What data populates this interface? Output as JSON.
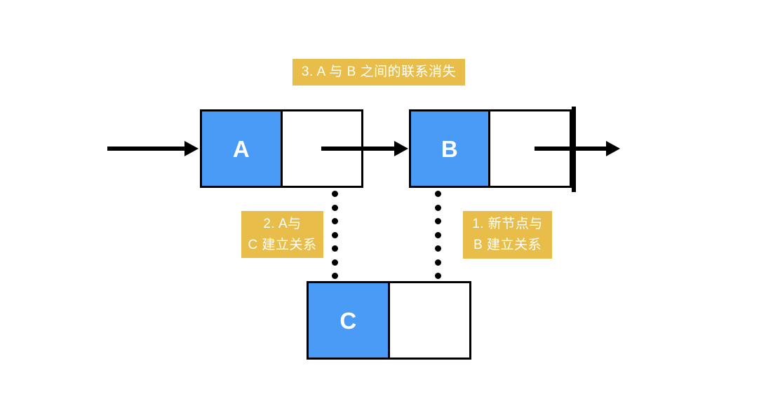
{
  "diagram": {
    "title": "Linked list node insertion",
    "background_color": "#ffffff",
    "node_fill_color": "#4a9bf5",
    "label_fill_color": "#e8bd4a",
    "label_text_color": "#ffffff",
    "stroke_color": "#000000"
  },
  "nodes": [
    {
      "id": "a",
      "letter": "A",
      "data_cell": "A",
      "next_cell": ""
    },
    {
      "id": "b",
      "letter": "B",
      "data_cell": "B",
      "next_cell": ""
    },
    {
      "id": "c",
      "letter": "C",
      "data_cell": "C",
      "next_cell": ""
    }
  ],
  "labels": {
    "step3": {
      "full": "3. A 与 B 之间的联系消失",
      "lines": [
        "3. A 与 B 之间的联系消失"
      ]
    },
    "step2": {
      "full": "2. A与 C 建立关系",
      "lines": [
        "2. A与",
        "C 建立关系"
      ]
    },
    "step1": {
      "full": "1. 新节点与 B 建立关系",
      "lines": [
        "1. 新节点与",
        "B 建立关系"
      ]
    }
  },
  "connectors": {
    "incoming_arrow": "arrow-into-a",
    "a_to_b_arrow": "arrow-a-to-b",
    "b_outgoing_arrow": "arrow-out-of-b",
    "a_to_c_dotted": "dotted-a-to-c",
    "b_to_c_dotted": "dotted-b-to-c"
  }
}
